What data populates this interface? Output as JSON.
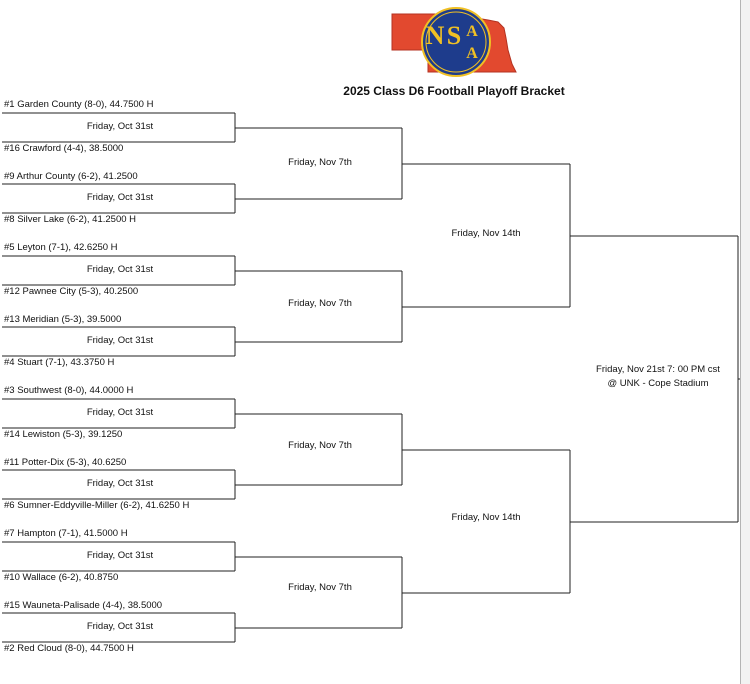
{
  "title": "2025 Class D6 Football Playoff Bracket",
  "logo": {
    "letters": [
      "N",
      "S",
      "A",
      "A"
    ],
    "colors": {
      "state": "#e2492f",
      "circle": "#1e3c8c",
      "letter": "#f0c024"
    }
  },
  "first_round": {
    "date": "Friday, Oct 31st",
    "games": [
      {
        "top": "#1 Garden County (8-0), 44.7500 H",
        "bottom": "#16 Crawford (4-4), 38.5000",
        "date": "Friday, Oct 31st"
      },
      {
        "top": "#9 Arthur County (6-2), 41.2500",
        "bottom": "#8 Silver Lake (6-2), 41.2500 H",
        "date": "Friday, Oct 31st"
      },
      {
        "top": "#5 Leyton (7-1), 42.6250 H",
        "bottom": "#12 Pawnee City (5-3), 40.2500",
        "date": "Friday, Oct 31st"
      },
      {
        "top": "#13 Meridian (5-3), 39.5000",
        "bottom": "#4 Stuart (7-1), 43.3750 H",
        "date": "Friday, Oct 31st"
      },
      {
        "top": "#3 Southwest (8-0), 44.0000 H",
        "bottom": "#14 Lewiston (5-3), 39.1250",
        "date": "Friday, Oct 31st"
      },
      {
        "top": "#11 Potter-Dix (5-3), 40.6250",
        "bottom": "#6 Sumner-Eddyville-Miller (6-2), 41.6250 H",
        "date": "Friday, Oct 31st"
      },
      {
        "top": "#7 Hampton (7-1), 41.5000 H",
        "bottom": "#10 Wallace (6-2), 40.8750",
        "date": "Friday, Oct 31st"
      },
      {
        "top": "#15 Wauneta-Palisade (4-4), 38.5000",
        "bottom": "#2 Red Cloud (8-0), 44.7500 H",
        "date": "Friday, Oct 31st"
      }
    ]
  },
  "quarterfinals": [
    "Friday, Nov 7th",
    "Friday, Nov 7th",
    "Friday, Nov 7th",
    "Friday, Nov 7th"
  ],
  "semifinals": [
    "Friday, Nov 14th",
    "Friday, Nov 14th"
  ],
  "final": {
    "line1": "Friday, Nov 21st 7: 00 PM cst",
    "line2": "@ UNK - Cope Stadium"
  }
}
